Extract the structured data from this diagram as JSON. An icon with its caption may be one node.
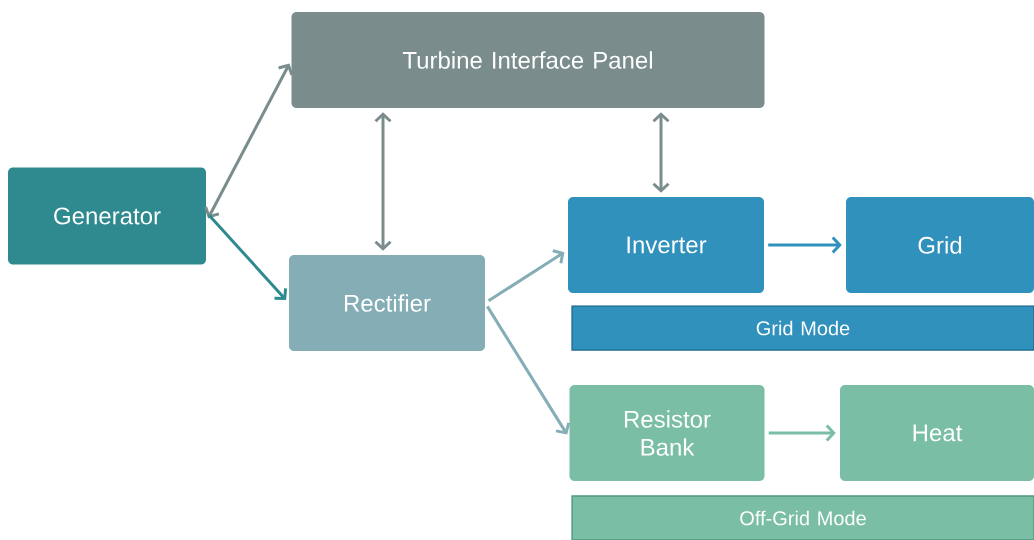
{
  "diagram": {
    "nodes": [
      {
        "text": [
          "Turbine Interface Panel"
        ]
      },
      {
        "text": [
          "Generator"
        ]
      },
      {
        "text": [
          "Rectifier"
        ]
      },
      {
        "text": [
          "Inverter"
        ]
      },
      {
        "text": [
          "Grid"
        ]
      },
      {
        "text": [
          "Grid Mode"
        ]
      },
      {
        "text": [
          "Resistor Bank"
        ]
      },
      {
        "text": [
          "Heat"
        ]
      },
      {
        "text": [
          "Off-Grid Mode"
        ]
      }
    ],
    "edges": [
      {
        "from": 1,
        "to": 0,
        "arrow": "both",
        "color": "#7a8c8c"
      },
      {
        "from": 1,
        "to": 2,
        "arrow": "to",
        "color": "#2e8a8f"
      },
      {
        "from": 0,
        "to": 2,
        "arrow": "both",
        "color": "#7a8c8c"
      },
      {
        "from": 0,
        "to": 3,
        "arrow": "both",
        "color": "#7a8c8c"
      },
      {
        "from": 2,
        "to": 3,
        "arrow": "to",
        "color": "#84adb5"
      },
      {
        "from": 2,
        "to": 6,
        "arrow": "to",
        "color": "#84adb5"
      },
      {
        "from": 3,
        "to": 4,
        "arrow": "to",
        "color": "#3191bd"
      },
      {
        "from": 6,
        "to": 7,
        "arrow": "to",
        "color": "#7abfa5"
      }
    ]
  }
}
